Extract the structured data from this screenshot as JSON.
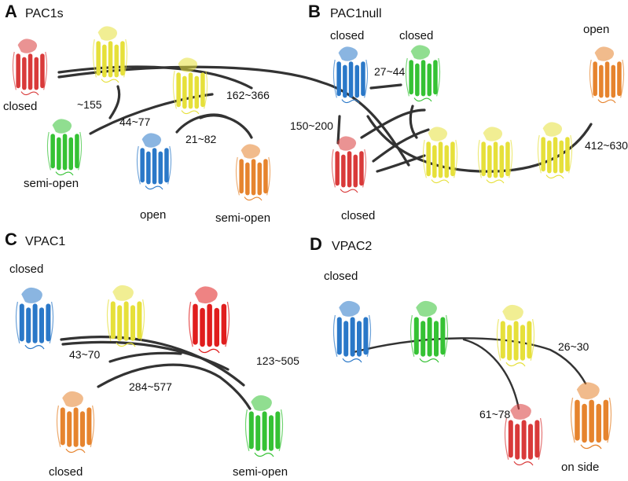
{
  "panels": {
    "A": {
      "letter": "A",
      "title": "PAC1s",
      "states": [
        "closed",
        "semi-open",
        "open",
        "semi-open"
      ],
      "ranges": [
        "~155",
        "44~77",
        "21~82",
        "162~366"
      ]
    },
    "B": {
      "letter": "B",
      "title": "PAC1null",
      "states": [
        "closed",
        "closed",
        "open",
        "closed"
      ],
      "ranges": [
        "27~44",
        "150~200",
        "412~630"
      ]
    },
    "C": {
      "letter": "C",
      "title": "VPAC1",
      "states": [
        "closed",
        "closed",
        "semi-open"
      ],
      "ranges": [
        "43~70",
        "284~577",
        "123~505"
      ]
    },
    "D": {
      "letter": "D",
      "title": "VPAC2",
      "states": [
        "closed",
        "on side"
      ],
      "ranges": [
        "26~30",
        "61~78"
      ]
    }
  },
  "colors": {
    "red": "#d93a3a",
    "yellow": "#e6e03a",
    "green": "#35c234",
    "blue": "#2a78c8",
    "orange": "#e6842e",
    "path": "#333333"
  }
}
